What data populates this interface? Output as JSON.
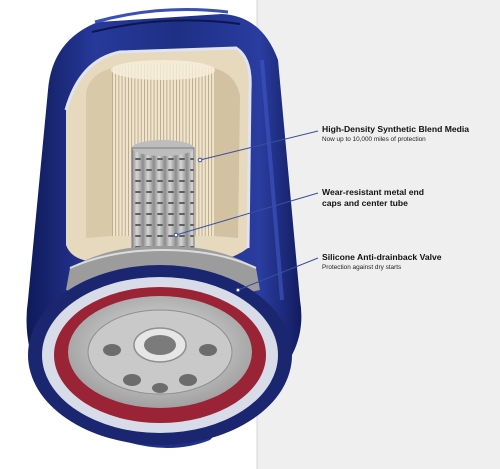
{
  "colors": {
    "background_left": "#ffffff",
    "background_right": "#efefef",
    "can_blue": "#1f2f86",
    "can_blue_dark": "#111a55",
    "filter_media": "#ece0c8",
    "center_tube": "#b8b8b8",
    "gasket_red": "#9a2336",
    "valve_orange": "#c8623a",
    "leader_line": "#3a4ea0"
  },
  "callouts": [
    {
      "title": "High-Density Synthetic Blend Media",
      "subtitle": "Now up to 10,000 miles of protection"
    },
    {
      "title_lines": [
        "Wear-resistant metal end",
        "caps and center tube"
      ]
    },
    {
      "title": "Silicone Anti-drainback Valve",
      "subtitle": "Protection against dry starts"
    }
  ]
}
